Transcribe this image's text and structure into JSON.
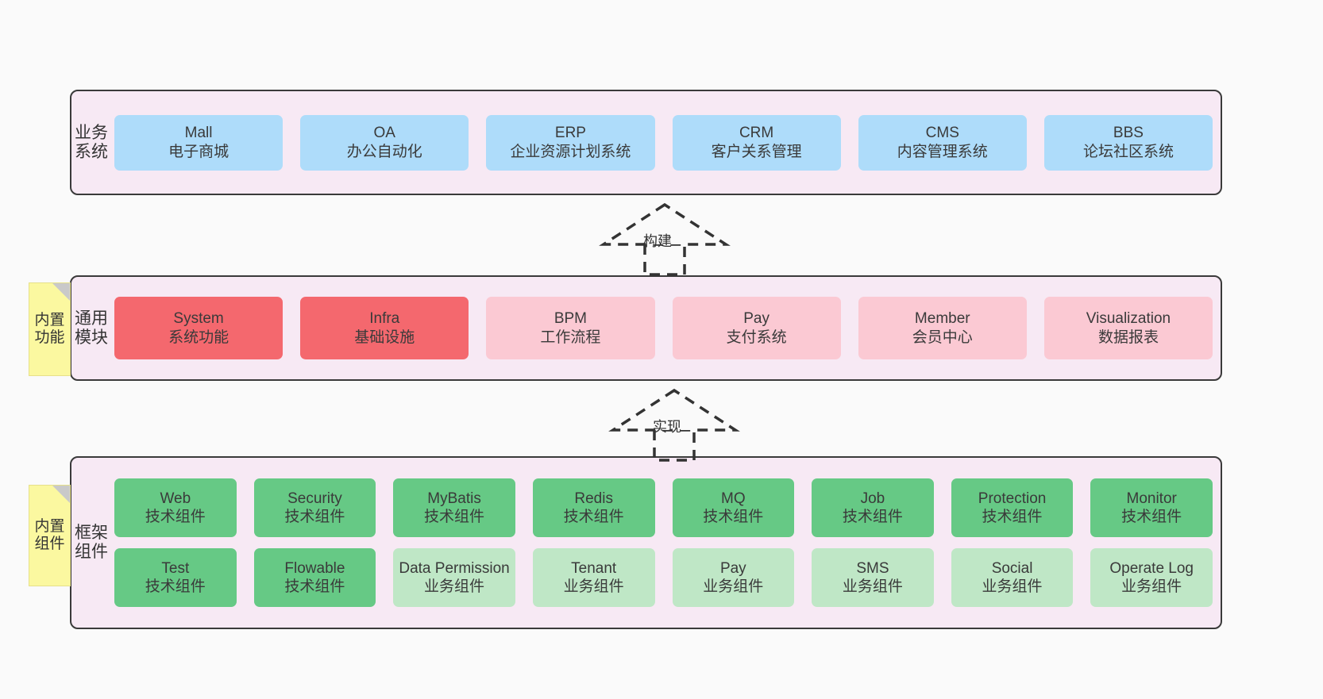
{
  "diagram": {
    "sections": [
      {
        "id": "business",
        "title": "业务系统",
        "cards": [
          {
            "name": "Mall",
            "desc": "电子商城",
            "color": "#aedcfa"
          },
          {
            "name": "OA",
            "desc": "办公自动化",
            "color": "#aedcfa"
          },
          {
            "name": "ERP",
            "desc": "企业资源计划系统",
            "color": "#aedcfa"
          },
          {
            "name": "CRM",
            "desc": "客户关系管理",
            "color": "#aedcfa"
          },
          {
            "name": "CMS",
            "desc": "内容管理系统",
            "color": "#aedcfa"
          },
          {
            "name": "BBS",
            "desc": "论坛社区系统",
            "color": "#aedcfa"
          }
        ]
      },
      {
        "id": "modules",
        "title": "通用模块",
        "cards": [
          {
            "name": "System",
            "desc": "系统功能",
            "color": "#f4686e"
          },
          {
            "name": "Infra",
            "desc": "基础设施",
            "color": "#f4686e"
          },
          {
            "name": "BPM",
            "desc": "工作流程",
            "color": "#fbc9d3"
          },
          {
            "name": "Pay",
            "desc": "支付系统",
            "color": "#fbc9d3"
          },
          {
            "name": "Member",
            "desc": "会员中心",
            "color": "#fbc9d3"
          },
          {
            "name": "Visualization",
            "desc": "数据报表",
            "color": "#fbc9d3"
          }
        ]
      },
      {
        "id": "framework",
        "title": "框架组件",
        "rows": [
          [
            {
              "name": "Web",
              "desc": "技术组件",
              "color": "#66c985"
            },
            {
              "name": "Security",
              "desc": "技术组件",
              "color": "#66c985"
            },
            {
              "name": "MyBatis",
              "desc": "技术组件",
              "color": "#66c985"
            },
            {
              "name": "Redis",
              "desc": "技术组件",
              "color": "#66c985"
            },
            {
              "name": "MQ",
              "desc": "技术组件",
              "color": "#66c985"
            },
            {
              "name": "Job",
              "desc": "技术组件",
              "color": "#66c985"
            },
            {
              "name": "Protection",
              "desc": "技术组件",
              "color": "#66c985"
            },
            {
              "name": "Monitor",
              "desc": "技术组件",
              "color": "#66c985"
            }
          ],
          [
            {
              "name": "Test",
              "desc": "技术组件",
              "color": "#66c985"
            },
            {
              "name": "Flowable",
              "desc": "技术组件",
              "color": "#66c985"
            },
            {
              "name": "Data Permission",
              "desc": "业务组件",
              "color": "#bfe7c6"
            },
            {
              "name": "Tenant",
              "desc": "业务组件",
              "color": "#bfe7c6"
            },
            {
              "name": "Pay",
              "desc": "业务组件",
              "color": "#bfe7c6"
            },
            {
              "name": "SMS",
              "desc": "业务组件",
              "color": "#bfe7c6"
            },
            {
              "name": "Social",
              "desc": "业务组件",
              "color": "#bfe7c6"
            },
            {
              "name": "Operate Log",
              "desc": "业务组件",
              "color": "#bfe7c6"
            }
          ]
        ]
      }
    ],
    "notes": [
      {
        "id": "note-func",
        "text": "内置功能"
      },
      {
        "id": "note-comp",
        "text": "内置组件"
      }
    ],
    "arrows": [
      {
        "id": "arrow-build",
        "label": "构建"
      },
      {
        "id": "arrow-impl",
        "label": "实现"
      }
    ],
    "colors": {
      "panel_bg": "#f7e9f4",
      "panel_border": "#3a3a3a",
      "note_bg": "#fbf8a0",
      "note_fold": "#c9c9c9",
      "canvas_bg": "#fafafa",
      "blue": "#aedcfa",
      "red": "#f4686e",
      "pink": "#fbc9d3",
      "green": "#66c985",
      "light_green": "#bfe7c6",
      "arrow": "#333333"
    }
  }
}
